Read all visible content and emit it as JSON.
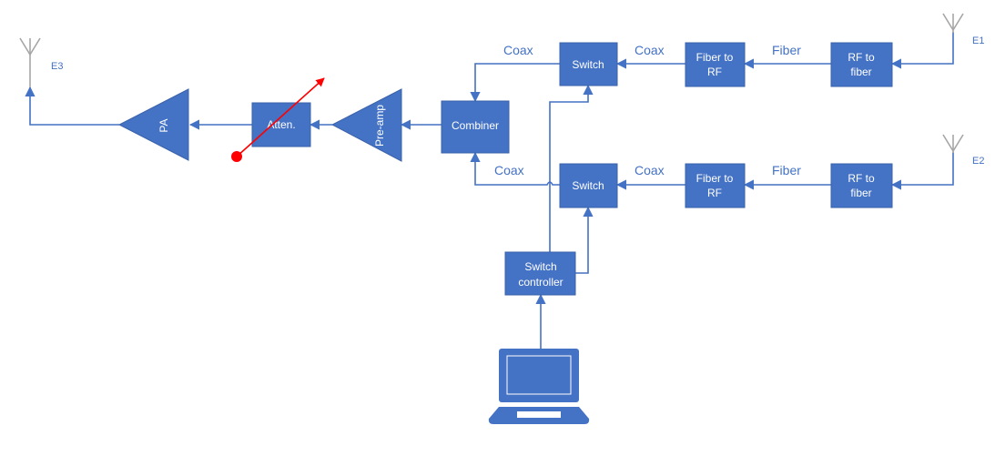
{
  "blocks": {
    "pa": "PA",
    "atten": "Atten.",
    "preamp": "Pre-amp",
    "combiner": "Combiner",
    "switch_top": "Switch",
    "switch_bottom": "Switch",
    "fiber_to_rf_top": [
      "Fiber to",
      "RF"
    ],
    "fiber_to_rf_bottom": [
      "Fiber to",
      "RF"
    ],
    "rf_to_fiber_top": [
      "RF to",
      "fiber"
    ],
    "rf_to_fiber_bottom": [
      "RF to",
      "fiber"
    ],
    "switch_controller": [
      "Switch",
      "controller"
    ]
  },
  "links": {
    "coax_top_left": "Coax",
    "coax_top_mid": "Coax",
    "fiber_top": "Fiber",
    "coax_bottom_left": "Coax",
    "coax_bottom_mid": "Coax",
    "fiber_bottom": "Fiber"
  },
  "antennas": {
    "e1": "E1",
    "e2": "E2",
    "e3": "E3"
  },
  "colors": {
    "block": "#4472c4",
    "antenna": "#a6a6a6",
    "attenuator_arrow": "#ff0000"
  }
}
